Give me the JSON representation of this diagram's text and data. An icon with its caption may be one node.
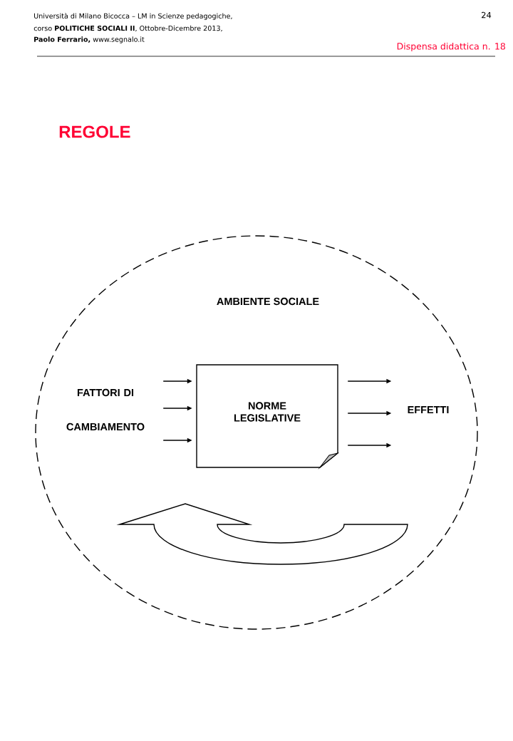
{
  "diagram": {
    "title": "REGOLE",
    "nodes": [
      {
        "text": [
          "AMBIENTE SOCIALE"
        ]
      },
      {
        "text": [
          "FATTORI DI CAMBIAMENTO"
        ],
        "in": 0
      },
      {
        "text": [
          "NORME LEGISLATIVE"
        ],
        "in": 0
      },
      {
        "text": [
          "EFFETTI"
        ],
        "in": 0
      }
    ],
    "edges": [
      {
        "from": 1,
        "to": 2,
        "arrow": "to"
      },
      {
        "from": 1,
        "to": 2,
        "arrow": "to"
      },
      {
        "from": 1,
        "to": 2,
        "arrow": "to"
      },
      {
        "from": 2,
        "to": 3,
        "arrow": "to"
      },
      {
        "from": 2,
        "to": 3,
        "arrow": "to"
      },
      {
        "from": 2,
        "to": 3,
        "arrow": "to"
      }
    ],
    "labels": [
      "Università di Milano Bicocca – LM in Scienze pedagogiche,",
      "corso **POLITICHE SOCIALI II**, Ottobre-Dicembre 2013,",
      "**Paolo Ferrario,** www.segnalo.it",
      "24",
      "Dispensa didattica n. 18"
    ]
  }
}
